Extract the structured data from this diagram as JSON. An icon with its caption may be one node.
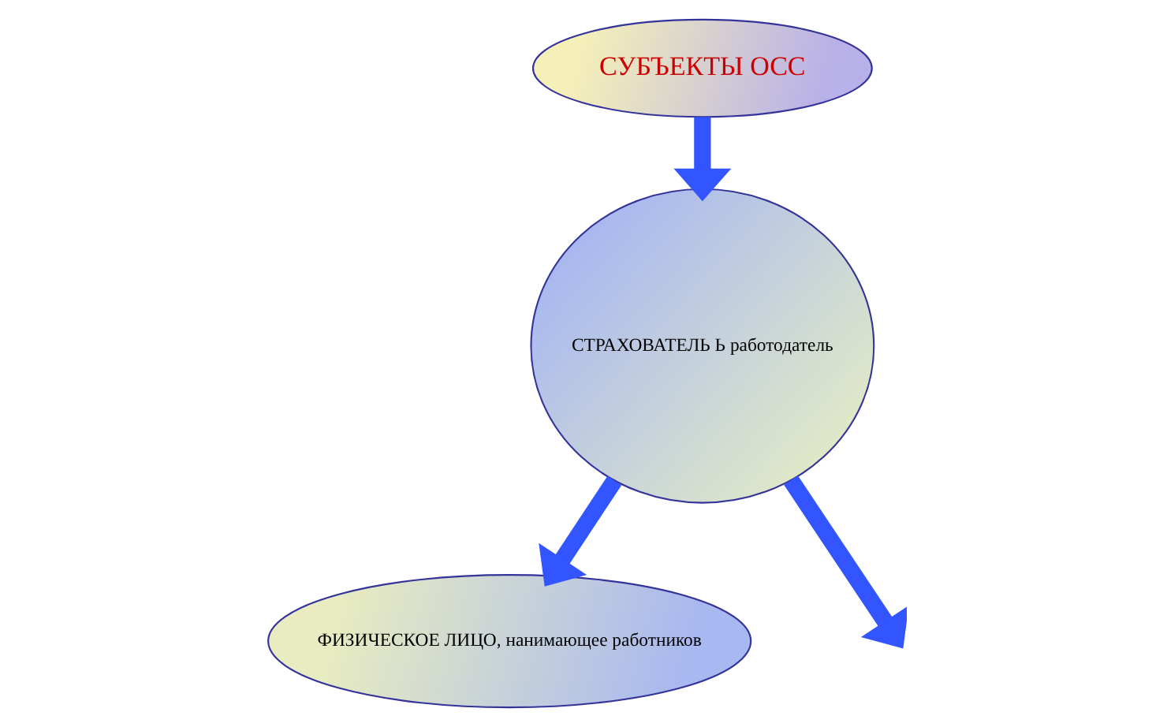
{
  "diagram": {
    "nodes": [
      {
        "text": [
          "СУБЪЕКТЫ ОСС"
        ]
      },
      {
        "text": [
          "СТРАХОВАТЕЛЬ Ь работодатель"
        ]
      },
      {
        "text": [
          "ФИЗИЧЕСКОЕ ЛИЦО, нанимающее работников"
        ]
      }
    ],
    "edges": [
      {
        "from": 0,
        "to": 1,
        "arrow": "to"
      },
      {
        "from": 1,
        "to": null,
        "arrow": "to"
      },
      {
        "from": 1,
        "to": 2,
        "arrow": "to"
      }
    ]
  }
}
